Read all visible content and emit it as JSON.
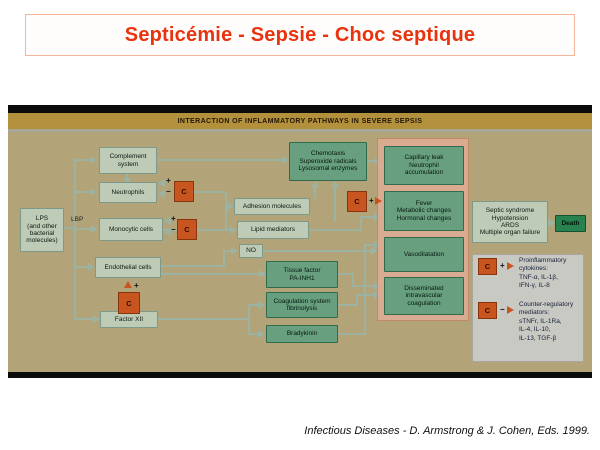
{
  "slide": {
    "title": "Septicémie - Sepsie - Choc septique",
    "citation": "Infectious Diseases - D. Armstrong & J. Cohen, Eds. 1999."
  },
  "diagram": {
    "header": "INTERACTION OF INFLAMMATORY PATHWAYS IN SEVERE SEPSIS",
    "symbols": {
      "c": "C",
      "plus": "+",
      "minus": "−"
    },
    "labels": {
      "lbp": "LBP"
    },
    "boxes": {
      "lps": "LPS\n(and other\nbacterial\nmolecules)",
      "complement": "Complement\nsystem",
      "neutrophils": "Neutrophils",
      "monocytic": "Monocytic cells",
      "endothelial": "Endothelial cells",
      "factor_xii": "Factor XII",
      "chemotaxis": "Chemotaxis\nSuperoxide radicals\nLysosomal enzymes",
      "adhesion": "Adhesion molecules",
      "lipid": "Lipid mediators",
      "no": "NO",
      "tissue_factor": "Tissue factor\nPA-INH1",
      "coagulation": "Coagulation system\nfibrinolysis",
      "bradykinin": "Bradykinin",
      "capillary_leak": "Capillary leak\nNeutrophil\naccumulation",
      "fever": "Fever\nMetabolic changes\nHormonal changes",
      "vasodilatation": "Vasodilatation",
      "dic": "Disseminated\nintravascular\ncoagulation",
      "septic_syndrome": "Septic syndrome\nHypotension\nARDS\nMultiple organ failure",
      "death": "Death"
    },
    "legend": [
      {
        "sign": "+",
        "text": "Proinflammatory\ncytokines:\nTNF-α, IL-1β,\nIFN-γ, IL-8"
      },
      {
        "sign": "−",
        "text": "Counter-regulatory\nmediators:\nsTNFr, IL-1Ra,\nIL-4, IL-10,\nIL-13, TGF-β"
      }
    ],
    "colors": {
      "background": "#b2a378",
      "header_bar": "#b2903c",
      "box_light": "#becbb7",
      "box_dark": "#68a07f",
      "death_green": "#27824f",
      "c_orange": "#c8551f",
      "panel_pink": "#d9ac91",
      "legend_gray": "#c9c9c3",
      "title_red": "#e8330e"
    }
  }
}
